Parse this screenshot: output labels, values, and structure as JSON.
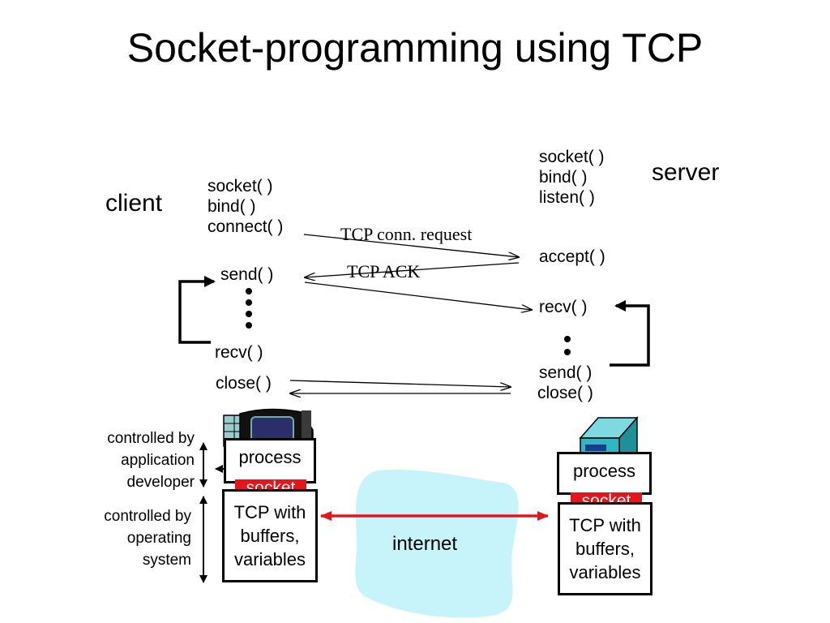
{
  "title": "Socket-programming using TCP",
  "client": {
    "label": "client",
    "calls_setup": [
      "socket( )",
      "bind( )",
      "connect( )"
    ],
    "send": "send( )",
    "recv": "recv( )",
    "close": "close( )"
  },
  "server": {
    "label": "server",
    "calls_setup": [
      "socket( )",
      "bind( )",
      "listen( )"
    ],
    "accept": "accept( )",
    "recv": "recv( )",
    "send": "send( )",
    "close": "close( )"
  },
  "messages": {
    "conn_request": "TCP conn. request",
    "ack": "TCP ACK"
  },
  "boxes": {
    "process": "process",
    "socket": "socket",
    "tcp_lines": [
      "TCP with",
      "buffers,",
      "variables"
    ]
  },
  "side_labels": {
    "app": [
      "controlled by",
      "application",
      "developer"
    ],
    "os": [
      "controlled by",
      "operating",
      "system"
    ]
  },
  "internet": "internet",
  "colors": {
    "socket_tag": "#e4161b",
    "internet_arrow": "#e4161b",
    "internet_cloud": "#c7f4fb",
    "server_pc": "#2fb7c3"
  }
}
